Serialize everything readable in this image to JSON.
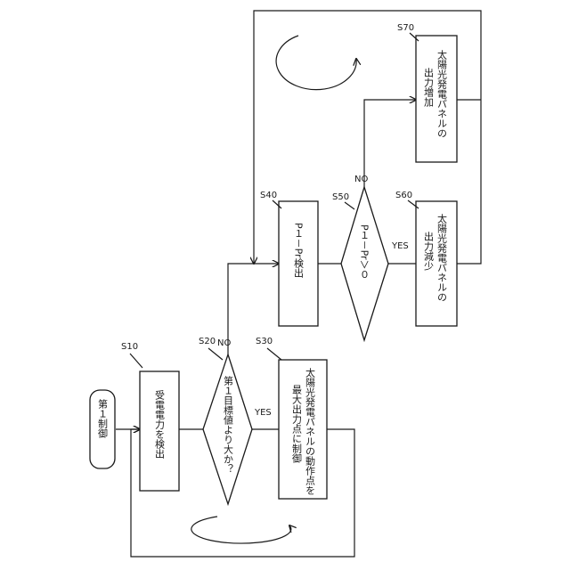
{
  "figure": {
    "start": "第１制御",
    "steps": [
      {
        "id": "S10",
        "text": "受電電力を検出"
      },
      {
        "id": "S20",
        "text": "第１目標値より大か？",
        "yes": "YES",
        "no": "NO"
      },
      {
        "id": "S30",
        "text_line1": "太陽光発電パネルの動作点を",
        "text_line2": "最大出力点に制御"
      },
      {
        "id": "S40",
        "text": "P１－Pr検出"
      },
      {
        "id": "S50",
        "text": "P１－Pr＞０",
        "yes": "YES",
        "no": "NO"
      },
      {
        "id": "S60",
        "text_line1": "太陽光発電パネルの",
        "text_line2": "出力減少"
      },
      {
        "id": "S70",
        "text_line1": "太陽光発電パネルの",
        "text_line2": "出力増加"
      }
    ]
  }
}
